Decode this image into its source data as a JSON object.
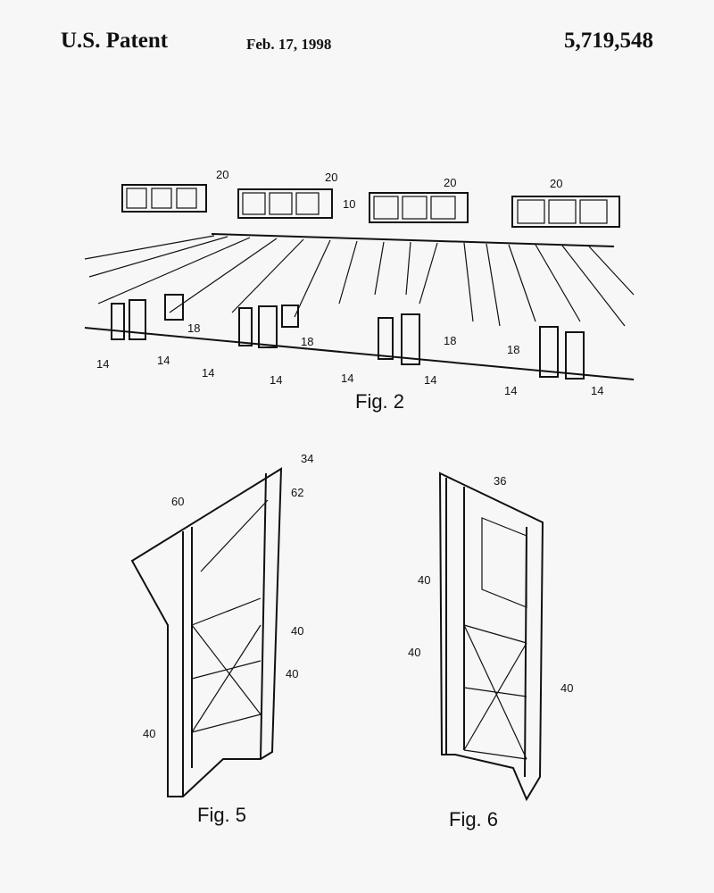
{
  "header": {
    "title": "U.S. Patent",
    "date": "Feb. 17, 1998",
    "patent_number": "5,719,548"
  },
  "fig2": {
    "caption": "Fig. 2",
    "labels": {
      "display_1": "20",
      "display_2": "20",
      "display_3": "20",
      "display_4": "20",
      "center": "10",
      "unit_18": [
        "18",
        "18",
        "18",
        "18"
      ],
      "unit_14": [
        "14",
        "14",
        "14",
        "14",
        "14",
        "14",
        "14",
        "14"
      ]
    }
  },
  "fig5": {
    "caption": "Fig. 5",
    "labels": {
      "top": "34",
      "left": "60",
      "right": "62",
      "frame": [
        "40",
        "40",
        "40"
      ]
    }
  },
  "fig6": {
    "caption": "Fig. 6",
    "labels": {
      "top": "36",
      "frame": [
        "40",
        "40",
        "40"
      ]
    }
  }
}
